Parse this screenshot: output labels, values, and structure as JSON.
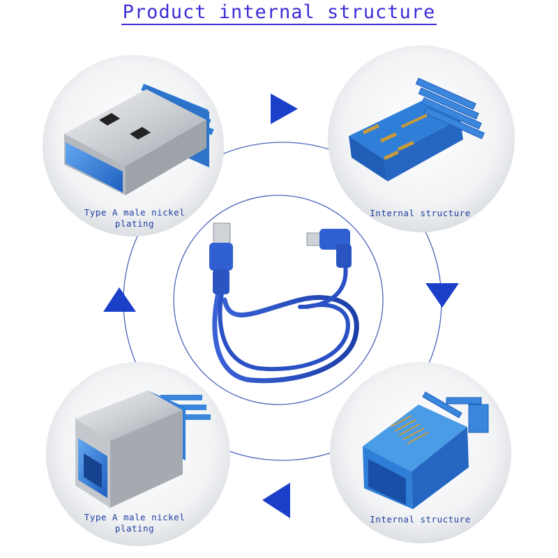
{
  "title": "Product internal structure",
  "captions": {
    "top_left": "Type A male nickel plating",
    "top_right": "Internal structure",
    "bottom_left": "Type A male nickel plating",
    "bottom_right": "Internal structure"
  },
  "colors": {
    "title": "#3b2dd6",
    "ring": "#4a63b8",
    "arrow": "#1b3fc9",
    "caption": "#1f3fa0",
    "connector_blue": "#2f7fd8",
    "cable_blue": "#2950c4",
    "metal": "#cfd2d6",
    "gold": "#c99a3a"
  },
  "icons": [
    "cycle-arrow-icon",
    "usb-a-connector-image",
    "usb-b-connector-image",
    "usb-cable-image"
  ]
}
